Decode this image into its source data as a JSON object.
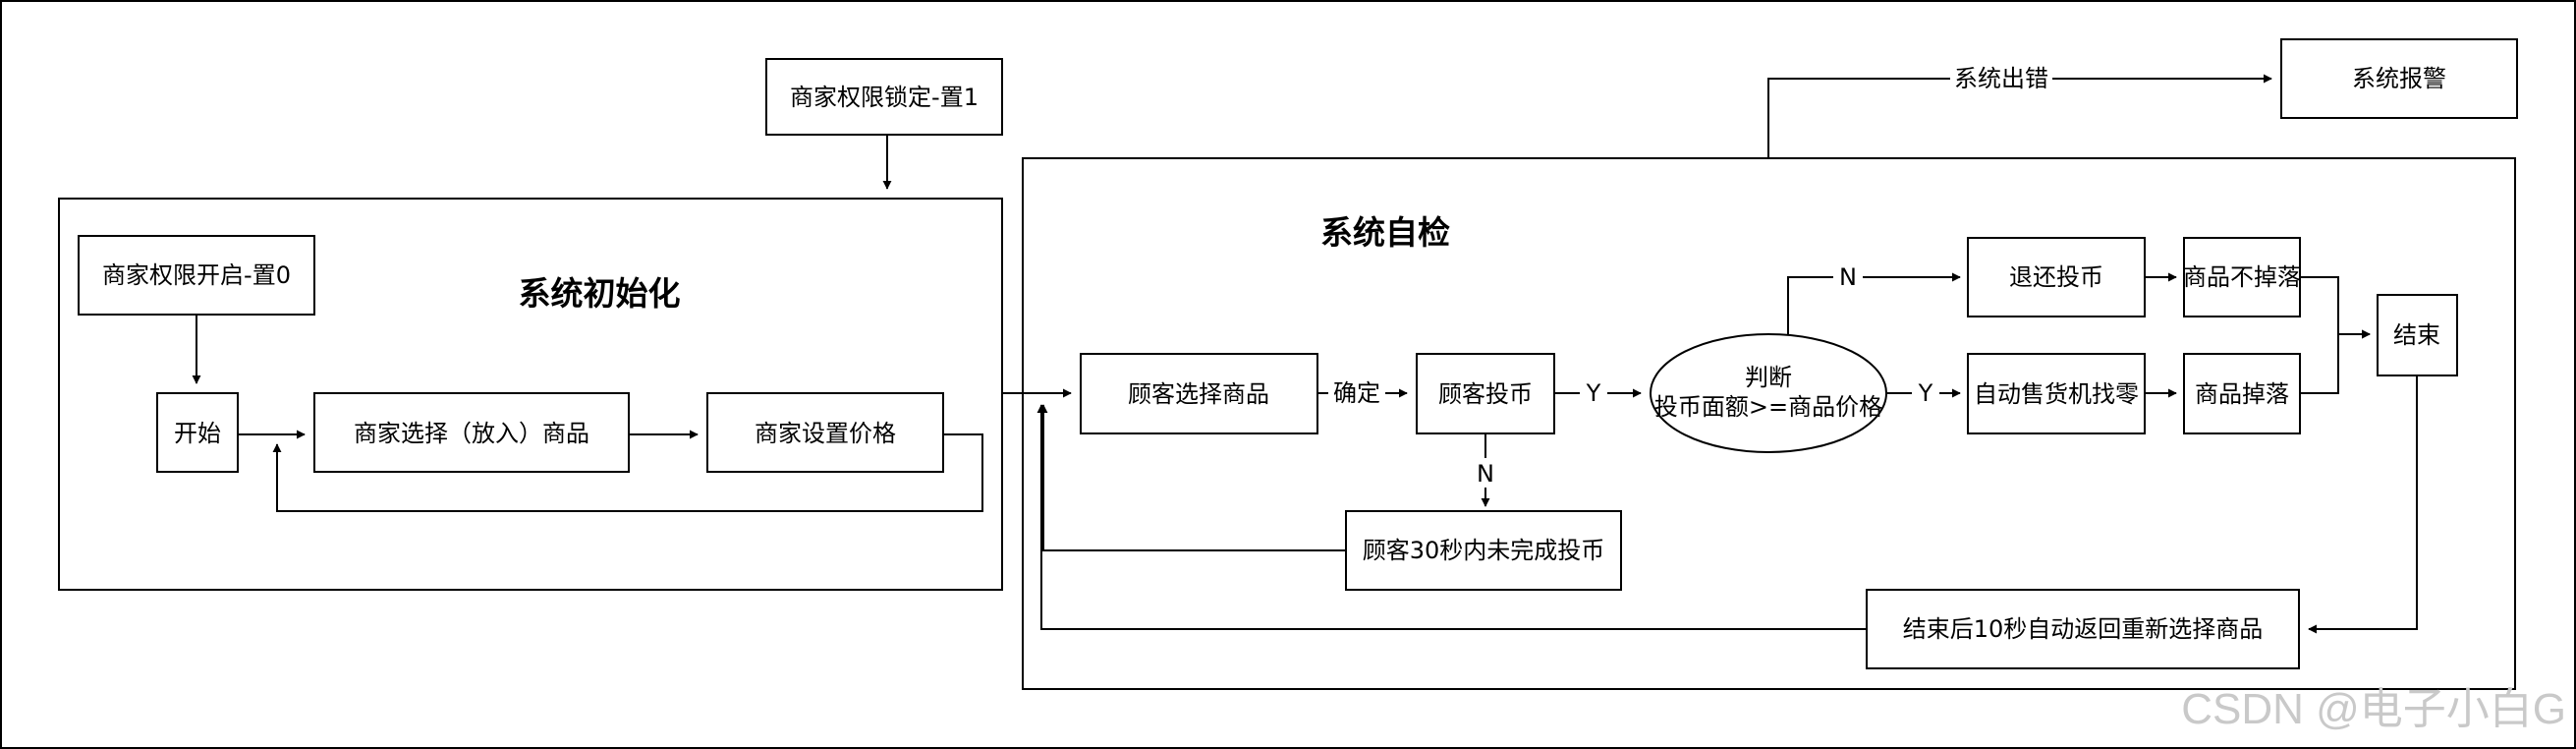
{
  "diagram": {
    "titles": {
      "init": "系统初始化",
      "selfcheck": "系统自检"
    },
    "nodes": {
      "lock": "商家权限锁定-置1",
      "unlock": "商家权限开启-置0",
      "start": "开始",
      "select_goods": "商家选择（放入）商品",
      "set_price": "商家设置价格",
      "customer_select": "顾客选择商品",
      "customer_insert": "顾客投币",
      "judge_line1": "判断",
      "judge_line2": "投币面额>=商品价格",
      "refund": "退还投币",
      "no_drop": "商品不掉落",
      "change": "自动售货机找零",
      "drop": "商品掉落",
      "end": "结束",
      "timeout": "顾客30秒内未完成投币",
      "auto_return": "结束后10秒自动返回重新选择商品",
      "alarm": "系统报警"
    },
    "edge_labels": {
      "confirm": "确定",
      "yes1": "Y",
      "yes2": "Y",
      "no_insert": "N",
      "no_judge": "N",
      "sys_error": "系统出错"
    }
  },
  "watermark": "CSDN @电子小白G"
}
